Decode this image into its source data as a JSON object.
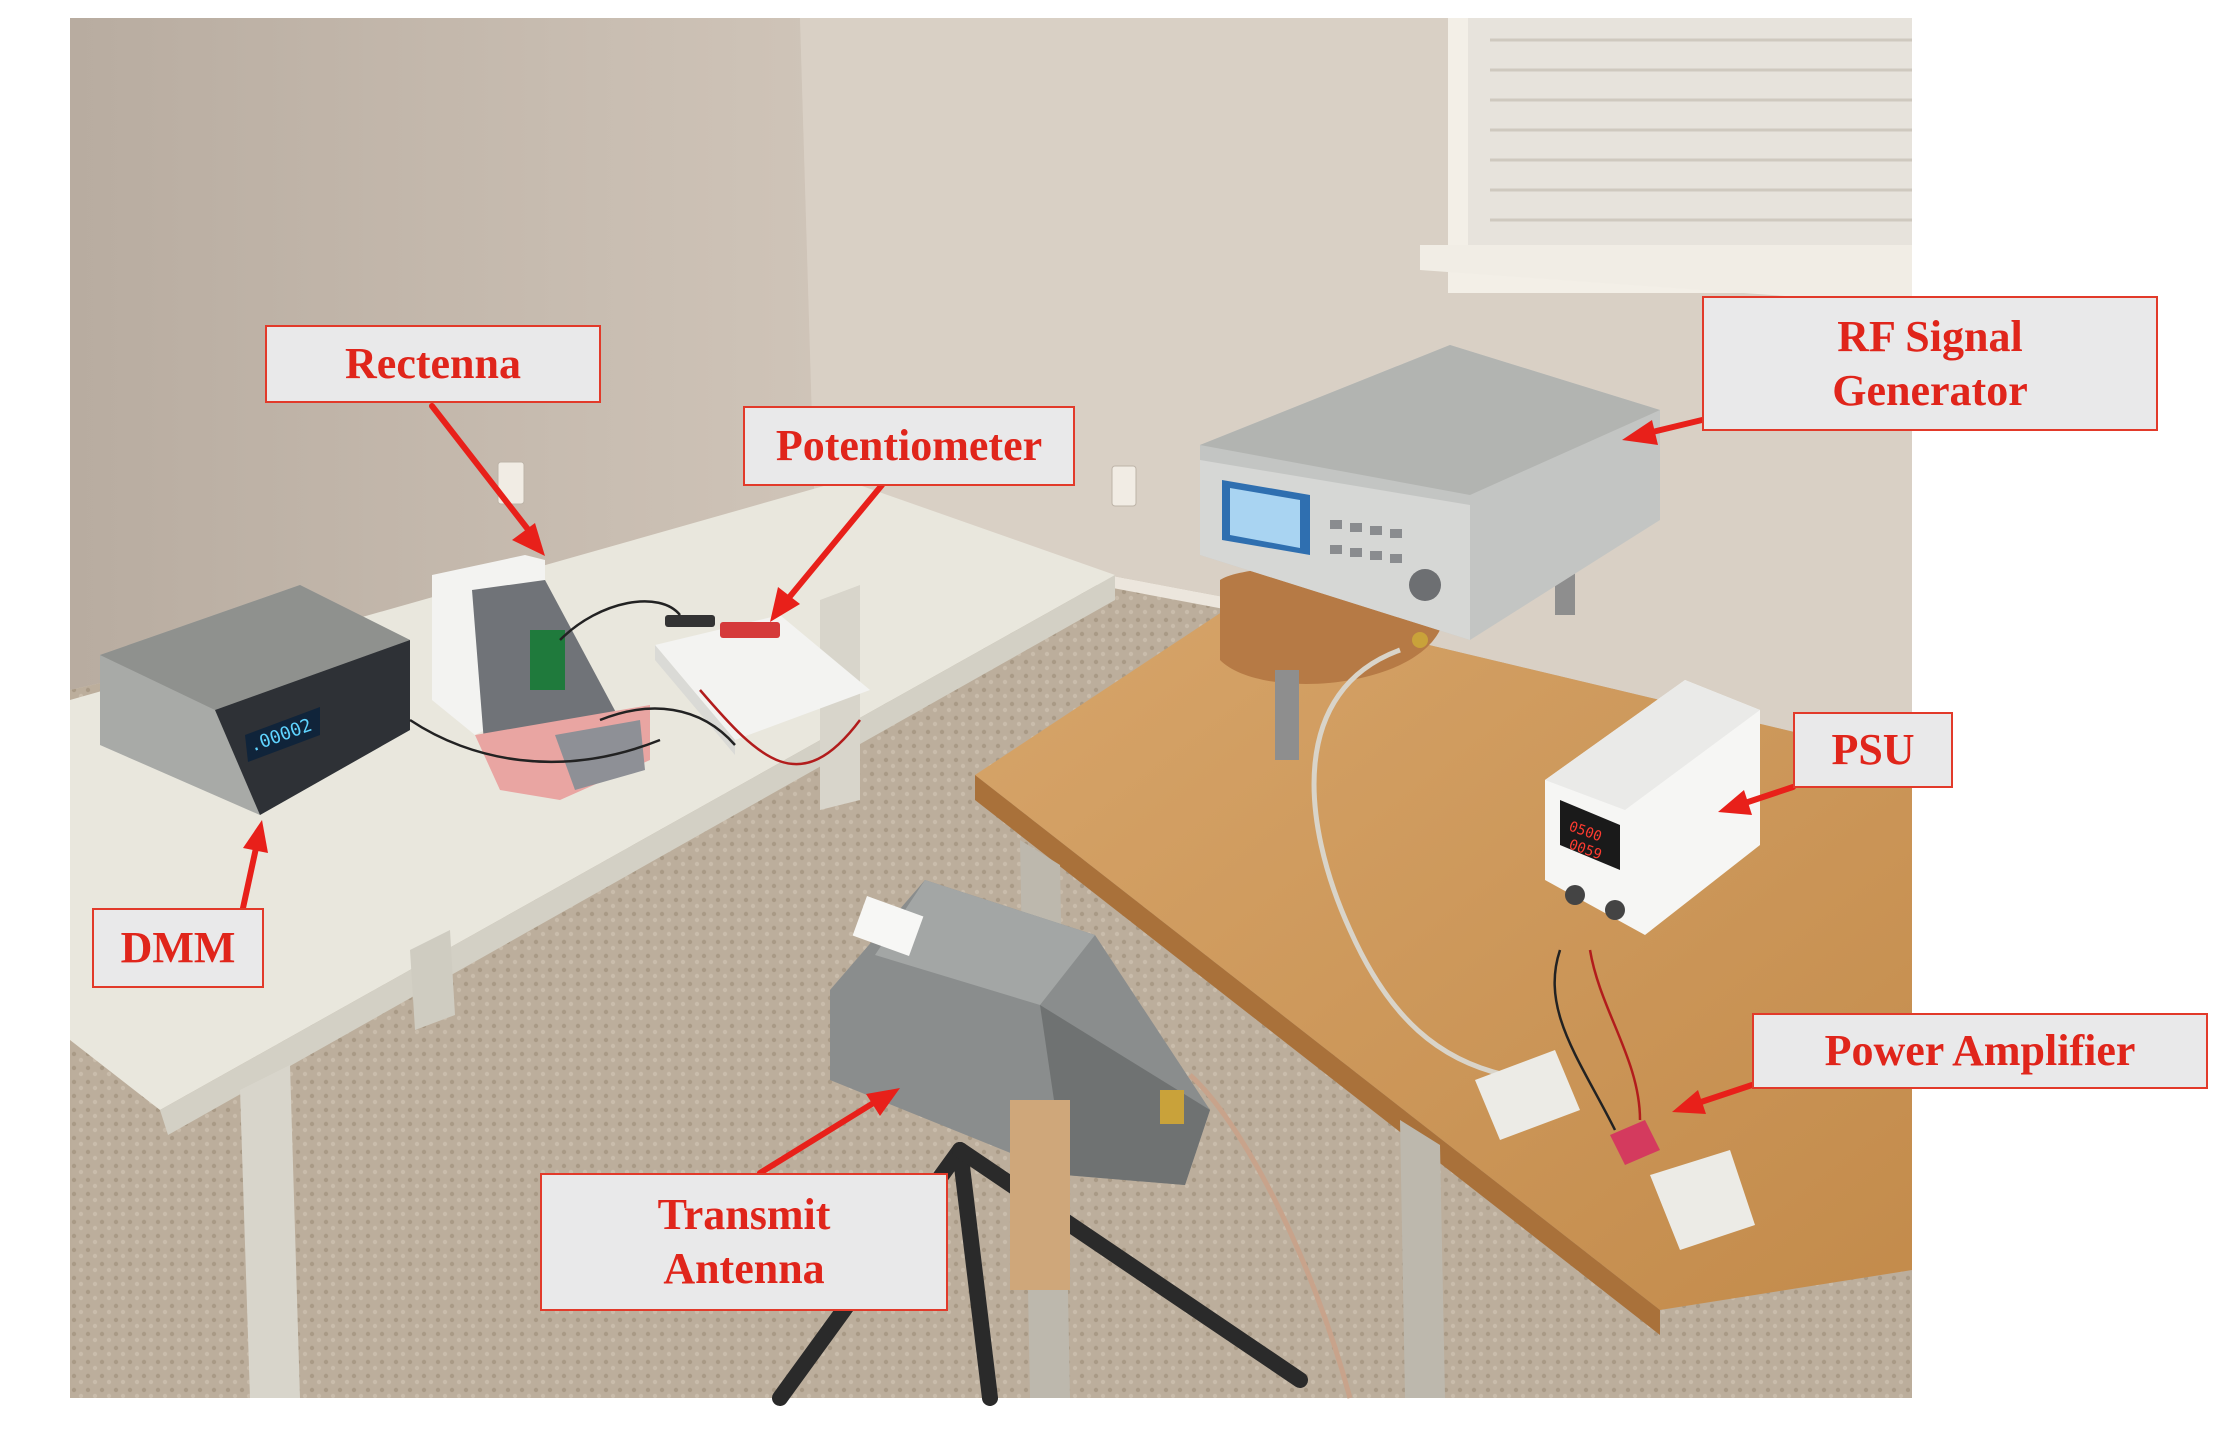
{
  "figure": {
    "description_free": true,
    "label_color": "#e0251b",
    "label_border_color": "#e23a2a",
    "label_background": "#e9e9ea",
    "arrow_color": "#e8201a"
  },
  "labels": {
    "rectenna": {
      "lines": [
        "Rectenna"
      ]
    },
    "potentiometer": {
      "lines": [
        "Potentiometer"
      ]
    },
    "rf_signal_generator": {
      "lines": [
        "RF Signal",
        "Generator"
      ]
    },
    "psu": {
      "lines": [
        "PSU"
      ]
    },
    "dmm": {
      "lines": [
        "DMM"
      ]
    },
    "power_amplifier": {
      "lines": [
        "Power Amplifier"
      ]
    },
    "transmit_antenna": {
      "lines": [
        "Transmit",
        "Antenna"
      ]
    }
  }
}
